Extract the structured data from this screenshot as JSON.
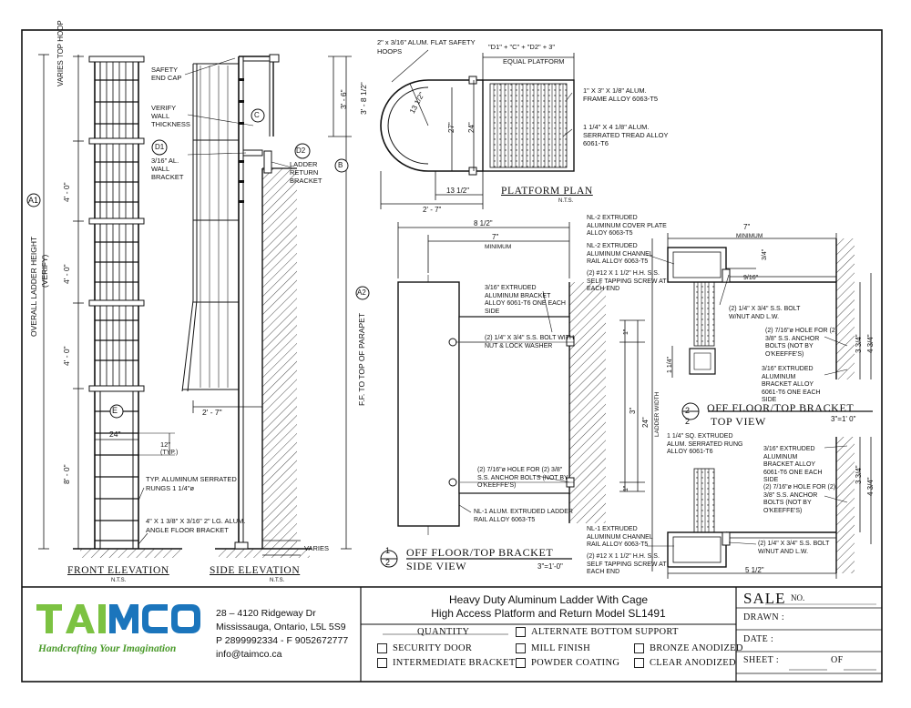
{
  "front_elevation": {
    "title": "FRONT ELEVATION",
    "scale": "N.T.S.",
    "labels": {
      "varies_top_hoop": "VARIES TOP HOOP",
      "overall_height": "OVERALL LADDER HEIGHT",
      "verify": "(VERIFY)",
      "dim_4_0": "4' - 0\"",
      "dim_8_0": "8' - 0\"",
      "width_24": "24\"",
      "rung_12": "12\"",
      "typ": "(TYP.)",
      "rungs": "TYP. ALUMINUM SERRATED RUNGS 1 1/4\"ø",
      "angle": "4\" X 1 3/8\" X 3/16\" 2\" LG. ALUM. ANGLE FLOOR BRACKET"
    },
    "tags": {
      "a1": "A1",
      "e": "E",
      "d1": "D1"
    }
  },
  "side_elevation": {
    "title": "SIDE ELEVATION",
    "scale": "N.T.S.",
    "labels": {
      "end_cap": "SAFETY END CAP",
      "wall_thickness": "VERIFY WALL THICKNESS",
      "wall_bracket": "3/16\" AL. WALL BRACKET",
      "return_bracket": "LADDER RETURN BRACKET",
      "dim_3_6": "3' - 6\"",
      "dim_8_half": "3' - 8 1/2\"",
      "dim_2_7": "2' - 7\"",
      "varies": "VARIES",
      "ff_parapet": "F.F. TO TOP OF PARAPET"
    },
    "tags": {
      "c": "C",
      "d2": "D2",
      "b": "B",
      "a2": "A2"
    }
  },
  "platform_plan": {
    "title": "PLATFORM PLAN",
    "scale": "N.T.S.",
    "labels": {
      "hoops": "2\" x 3/16\" ALUM. FLAT SAFETY HOOPS",
      "formula": "\"D1\" + \"C\" + \"D2\" + 3\"",
      "equal": "EQUAL PLATFORM",
      "frame": "1\" X 3\" X 1/8\" ALUM. FRAME ALLOY 6063-T5",
      "tread": "1 1/4\" X 4 1/8\" ALUM. SERRATED TREAD ALLOY 6061-T6",
      "d13": "13 1/2\"",
      "d27": "27\"",
      "d24": "24\"",
      "d13b": "13 1/2\"",
      "d2_7": "2' - 7\""
    }
  },
  "side_view": {
    "num1": "1",
    "num2": "2",
    "title": "OFF FLOOR/TOP BRACKET",
    "subtitle": "SIDE VIEW",
    "scale": "3\"=1'-0\"",
    "labels": {
      "d8": "8 1/2\"",
      "d7": "7\"",
      "minimum": "MINIMUM",
      "bracket": "3/16\" EXTRUDED ALUMINUM BRACKET ALLOY 6061-T6 ONE EACH SIDE",
      "bolt": "(2) 1/4\" X 3/4\" S.S. BOLT WITH NUT & LOCK WASHER",
      "anchor": "(2) 7/16\"ø HOLE FOR (2) 3/8\" S.S. ANCHOR BOLTS (NOT BY O'KEEFFE'S)",
      "rail": "NL-1 ALUM. EXTRUDED LADDER RAIL ALLOY 6063-T5",
      "d3": "3\"",
      "d1a": "1\"",
      "d1b": "1\""
    }
  },
  "top_view": {
    "num1": "2",
    "num2": "2",
    "title": "OFF FLOOR/TOP BRACKET",
    "subtitle": "TOP VIEW",
    "scale": "3\"=1' 0\"",
    "labels": {
      "cover": "NL-2 EXTRUDED ALUMINUM COVER PLATE ALLOY 6063-T5",
      "channel": "NL-2 EXTRUDED ALUMINUM CHANNEL RAIL ALLOY 6063-T5",
      "screw": "(2) #12 X 1 1/2\" H.H. S.S. SELF TAPPING SCREW AT EACH END",
      "d7": "7\"",
      "minimum": "MINIMUM",
      "d3_4": "3/4\"",
      "d9_16": "9/16\"",
      "bolt": "(2) 1/4\" X 3/4\" S.S. BOLT W/NUT AND L.W.",
      "hole": "(2) 7/16\"ø HOLE FOR (2) 3/8\" S.S. ANCHOR BOLTS (NOT BY O'KEEFFE'S)",
      "d3_34": "3 3/4\"",
      "d4_34": "4 3/4\"",
      "bracket": "3/16\" EXTRUDED ALUMINUM BRACKET ALLOY 6061-T6 ONE EACH SIDE",
      "d1_14": "1 1/4\"",
      "ladder_width": "LADDER WIDTH",
      "d24": "24\"",
      "rung": "1 1/4\" SQ. EXTRUDED ALUM. SERRATED RUNG ALLOY 6061-T6",
      "bracket2": "3/16\" EXTRUDED ALUMINUM BRACKET ALLOY 6061-T6 ONE EACH SIDE",
      "hole2": "(2) 7/16\"ø HOLE FOR (2) 3/8\" S.S. ANCHOR BOLTS (NOT BY O'KEEFFE'S)",
      "channel2": "NL-1 EXTRUDED ALUMINUM CHANNEL RAIL ALLOY 6063-T5",
      "screw2": "(2) #12 X 1 1/2\" H.H. S.S. SELF TAPPING SCREW AT EACH END",
      "bolt2": "(2) 1/4\" X 3/4\" S.S. BOLT W/NUT AND L.W.",
      "d5_12": "5 1/2\"",
      "d3_34b": "3 3/4\"",
      "d4_34b": "4 3/4\""
    }
  },
  "title_block": {
    "company": {
      "logo": "TAIMCO",
      "tagline": "Handcrafting Your Imagination",
      "address1": "28 – 4120 Ridgeway Dr",
      "address2": "Mississauga, Ontario, L5L 5S9",
      "phone": "P 2899992334 - F 9052672777",
      "email": "info@taimco.ca"
    },
    "product_line1": "Heavy Duty Aluminum Ladder With Cage",
    "product_line2": "High Access Platform and Return Model SL1491",
    "quantity_label": "QUANTITY",
    "options": [
      "ALTERNATE BOTTOM SUPPORT",
      "SECURITY DOOR",
      "MILL FINISH",
      "BRONZE ANODIZED",
      "INTERMEDIATE BRACKET",
      "POWDER COATING",
      "CLEAR ANODIZED"
    ],
    "sale": "SALE",
    "no": "NO.",
    "drawn": "DRAWN :",
    "date": "DATE :",
    "sheet": "SHEET :",
    "of": "OF",
    "colors": {
      "logo_green": "#7cc242",
      "logo_blue": "#1b75bc",
      "tagline_green": "#4a9a2a"
    }
  }
}
